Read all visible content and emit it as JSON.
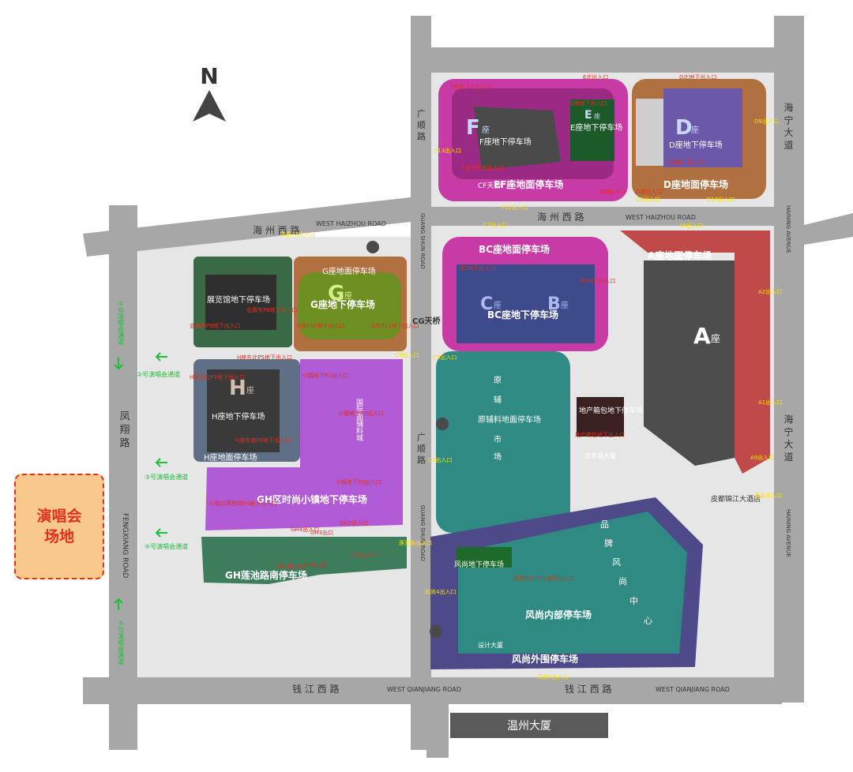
{
  "north": "N",
  "venue": {
    "line1": "演唱会",
    "line2": "场地"
  },
  "bottom_building": "温州大厦",
  "roads": [
    {
      "id": "haizhou-left",
      "cn": "海 州 西 路",
      "en": "WEST HAIZHOU ROAD"
    },
    {
      "id": "haizhou-right",
      "cn": "海 州 西 路",
      "en": "WEST HAIZHOU ROAD"
    },
    {
      "id": "qianjiang-left",
      "cn": "钱 江 西 路",
      "en": "WEST QIANJIANG ROAD"
    },
    {
      "id": "qianjiang-right",
      "cn": "钱 江 西 路",
      "en": "WEST QIANJIANG ROAD"
    },
    {
      "id": "fengxiang",
      "cn": "凤 翔 路",
      "en": "FENGXIANG ROAD"
    },
    {
      "id": "guangshun-top",
      "cn": "广 顺 路",
      "en": ""
    },
    {
      "id": "guangshun-mid",
      "cn": "广 顺 路",
      "en": "GUANG SHUN ROAD"
    },
    {
      "id": "guangshun-low",
      "cn": "",
      "en": "GUANG SHUN ROAD"
    },
    {
      "id": "haining-top",
      "cn": "海 宁 大 道",
      "en": "HAINING AVENUE"
    },
    {
      "id": "haining-low",
      "cn": "海 宁 大 道",
      "en": "HAINING AVENUE"
    }
  ],
  "parking": {
    "f_underground": "F座地下停车场",
    "e_underground": "E座地下停车场",
    "d_underground": "D座地下停车场",
    "ef_ground": "EF座地面停车场",
    "d_ground": "D座地面停车场",
    "g_ground": "G座地面停车场",
    "g_underground": "G座地下停车场",
    "expo_underground": "展览馆地下停车场",
    "bc_ground": "BC座地面停车场",
    "bc_underground": "BC座地下停车场",
    "a_ground": "A座地面停车场",
    "h_underground": "H座地下停车场",
    "h_ground": "H座地面停车场",
    "gh_town": "GH区时尚小镇地下停车场",
    "gh_south": "GH莲池路南停车场",
    "yuanfuliao": "原辅料地面停车场",
    "dichan": "地产箱包地下停车场",
    "fengshang_under": "风尚地下停车场",
    "fengshang_inner": "风尚内部停车场",
    "fengshang_outer": "风尚外围停车场"
  },
  "blocks": {
    "A": "A",
    "A_sub": "座",
    "B": "B",
    "B_sub": "座",
    "C": "C",
    "C_sub": "座",
    "D": "D",
    "D_sub": "座",
    "E": "E",
    "E_sub": "座",
    "F": "F",
    "F_sub": "座",
    "G": "G",
    "G_sub": "座",
    "H": "H",
    "H_sub": "座"
  },
  "misc_labels": {
    "cf_bridge": "CF天桥",
    "cg_bridge": "CG天桥",
    "yuan": "原",
    "fu": "辅",
    "liao": "料",
    "shi": "市",
    "chang": "场",
    "pifeng": "皮革城大厦",
    "design": "设计大厦",
    "hotel": "皮都锦江大酒店",
    "fs_chars": [
      "品",
      "牌",
      "风",
      "尚",
      "中",
      "心"
    ],
    "gh_vert": "国际面辅料城"
  },
  "entrances_red": [
    "F座地下北出入口",
    "E北出入口",
    "E座地下出入口",
    "D北地下出入口",
    "F座地下南出入口",
    "E南出入口",
    "D南出入口",
    "D南地下出入口",
    "会展东P8地下出入口",
    "G西P10地下出入口",
    "G东P11地下出入口",
    "会展西P9地下出入口",
    "B2地下出入口",
    "B1地下出入口",
    "H座东北P5地下出入口",
    "H座西北P7地下出入口",
    "小镇地下P1出入口",
    "小镇地下P2出入口",
    "H座东南P6地下出入口",
    "小镇地下P3出入口",
    "小镇公寓西侧P4地下出入口",
    "GH4出入口",
    "GH3出口",
    "GH2出入口",
    "GH1出入口",
    "GH5出口",
    "GH6出入口",
    "风尚设计中心地下出入口",
    "地产箱包地下出入口"
  ],
  "entrances_yellow": [
    "D9出入口",
    "F13出入口",
    "F12出入口",
    "D10出入口",
    "D8出入口",
    "会展13出入口",
    "C7出入口",
    "A8出入口",
    "A2出入口",
    "C6出入口",
    "C5出入口",
    "A1出入口",
    "A9出入口",
    "C3出入口",
    "酒店出入口",
    "莲池路出入口",
    "风尚4出入口",
    "风尚3出入口"
  ],
  "passages_green": [
    "①号演唱会通道",
    "②号演唱会通道",
    "③号演唱会通道",
    "④号演唱会通道",
    "⑤号演唱会通道"
  ],
  "colors": {
    "road": "#a7a7a7",
    "ground": "#e6e6e6",
    "purple": "#b05ad6",
    "magenta": "#c83aa6",
    "brown": "#b07040",
    "green_dark": "#3a6a45",
    "olive": "#6e8f22",
    "teal": "#2e8a82",
    "navy": "#3d4a8c",
    "red_zone": "#c04a4a",
    "red_text": "#e0301e",
    "yellow_text": "#ffe200",
    "green_text": "#1bbf3a"
  }
}
